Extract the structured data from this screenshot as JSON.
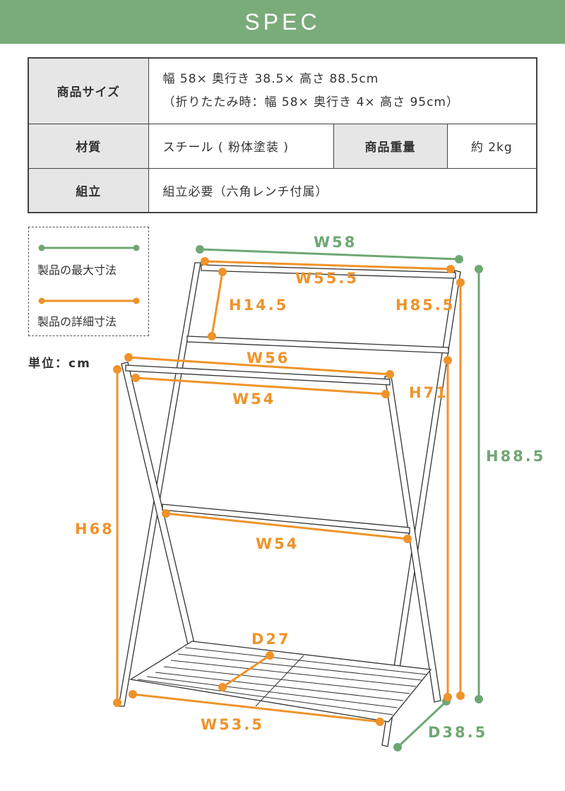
{
  "header": {
    "title": "SPEC"
  },
  "spec": {
    "size_label": "商品サイズ",
    "size_line1": "幅 58× 奥行き 38.5× 高さ 88.5cm",
    "size_line2": "（折りたたみ時：幅 58× 奥行き 4× 高さ 95cm）",
    "material_label": "材質",
    "material_value": "スチール ( 粉体塗装 )",
    "weight_label": "商品重量",
    "weight_value": "約 2kg",
    "assembly_label": "組立",
    "assembly_value": "組立必要（六角レンチ付属）"
  },
  "legend": {
    "max_label": "製品の最大寸法",
    "detail_label": "製品の詳細寸法",
    "unit": "単位：cm"
  },
  "colors": {
    "max": "#6fa774",
    "detail": "#ef9329",
    "header": "#7aab7a"
  },
  "dimensions": {
    "w58": "W58",
    "w55_5": "W55.5",
    "h14_5": "H14.5",
    "h85_5": "H85.5",
    "w56": "W56",
    "w54_top": "W54",
    "h71": "H71",
    "h88_5": "H88.5",
    "h68": "H68",
    "w54_low": "W54",
    "d27": "D27",
    "w53_5": "W53.5",
    "d38_5": "D38.5"
  }
}
